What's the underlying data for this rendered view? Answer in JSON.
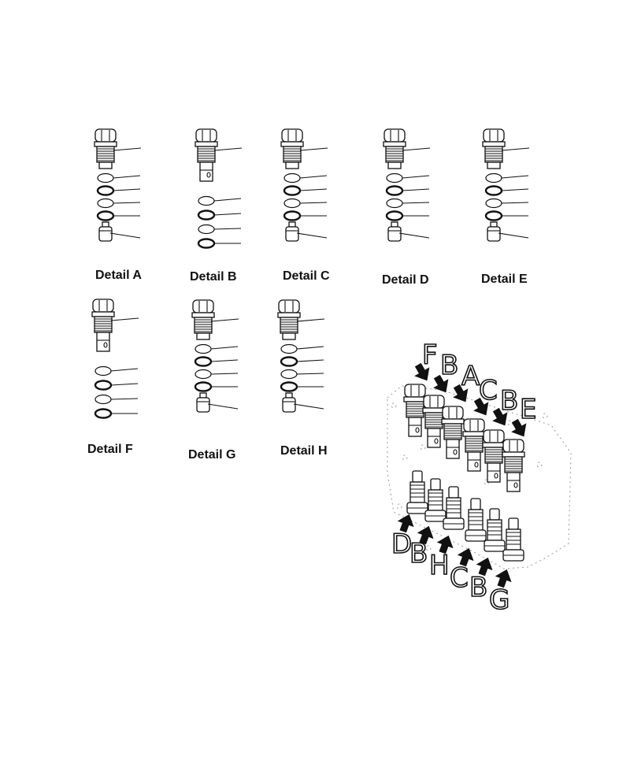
{
  "details": [
    {
      "id": "A",
      "label": "Detail A",
      "body": "long",
      "rings": [
        "thin",
        "thick",
        "thin",
        "thick"
      ],
      "spool": true
    },
    {
      "id": "B",
      "label": "Detail B",
      "body": "slotted",
      "rings": [
        "thin",
        "thick",
        "thin",
        "thick"
      ],
      "spool": false
    },
    {
      "id": "C",
      "label": "Detail C",
      "body": "long",
      "rings": [
        "thin",
        "thick",
        "thin",
        "thick"
      ],
      "spool": true
    },
    {
      "id": "D",
      "label": "Detail D",
      "body": "long",
      "rings": [
        "thin",
        "thick",
        "thin",
        "thick"
      ],
      "spool": true
    },
    {
      "id": "E",
      "label": "Detail E",
      "body": "long",
      "rings": [
        "thin",
        "thick",
        "thin",
        "thick"
      ],
      "spool": true
    },
    {
      "id": "F",
      "label": "Detail F",
      "body": "slotted",
      "rings": [
        "thin",
        "thick",
        "thin",
        "thick"
      ],
      "spool": false
    },
    {
      "id": "G",
      "label": "Detail G",
      "body": "long",
      "rings": [
        "thin",
        "thick",
        "thin",
        "thick"
      ],
      "spool": true
    },
    {
      "id": "H",
      "label": "Detail H",
      "body": "long",
      "rings": [
        "thin",
        "thick",
        "thin",
        "thick"
      ],
      "spool": true
    }
  ],
  "assembly": {
    "top_letters": [
      "F",
      "B",
      "A",
      "C",
      "B",
      "E"
    ],
    "bottom_letters": [
      "D",
      "B",
      "H",
      "C",
      "B",
      "G"
    ]
  },
  "colors": {
    "ink": "#111111",
    "paper": "#ffffff",
    "dashed": "#999999"
  }
}
